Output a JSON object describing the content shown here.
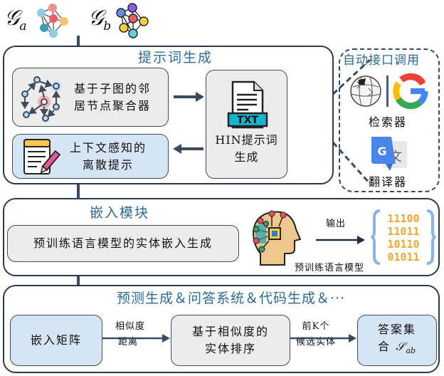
{
  "inputs": {
    "graph_a_label": "𝒢",
    "graph_a_sub": "a",
    "graph_b_label": "𝒢",
    "graph_b_sub": "b"
  },
  "prompt_module": {
    "title": "提示词生成",
    "aggregator_line1": "基于子图的邻",
    "aggregator_line2": "居节点聚合器",
    "context_line1": "上下文感知的",
    "context_line2": "离散提示",
    "hin_icon_label": "TXT",
    "hin_line1": "HIN提示词",
    "hin_line2": "生成"
  },
  "api_module": {
    "title": "自动接口调用",
    "retriever_label": "检索器",
    "translator_label": "翻译器"
  },
  "embedding_module": {
    "title": "嵌入模块",
    "entity_embedding": "预训练语言模型的实体嵌入生成",
    "output_label": "输出",
    "plm_label": "预训练语言模型",
    "binary_rows": [
      "11100",
      "11011",
      "10110",
      "01011"
    ]
  },
  "prediction_module": {
    "title": "预测生成＆问答系统＆代码生成＆···",
    "embedding_matrix": "嵌入矩阵",
    "similarity_line1": "相似度",
    "similarity_line2": "距离",
    "ranking_line1": "基于相似度的",
    "ranking_line2": "实体排序",
    "topk_line1": "前K个",
    "topk_line2": "候选实体",
    "answer_line1": "答案集",
    "answer_line2": "合 ",
    "answer_symbol": "𝒮",
    "answer_sub": "ab"
  },
  "colors": {
    "title_blue": "#2d6a94",
    "arrow": "#3a4a60",
    "gray_box": "#ececec",
    "blue_box": "#d6e5f4",
    "txt_teal": "#18b5cc",
    "binary_orange": "#f0a830",
    "brace_blue": "#8ab4e8"
  }
}
